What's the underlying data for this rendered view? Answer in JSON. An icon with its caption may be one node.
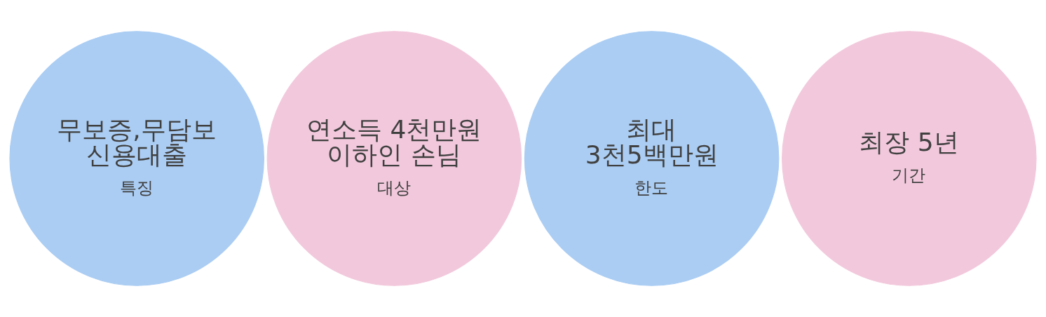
{
  "diagram": {
    "nodes": [
      {
        "text": [
          "무보증,무담보 신용대출",
          "특징"
        ]
      },
      {
        "text": [
          "연소득 4천만원 이하인 손님",
          "대상"
        ]
      },
      {
        "text": [
          "최대 3천5백만원",
          "한도"
        ]
      },
      {
        "text": [
          "최장 5년",
          "기간"
        ]
      }
    ],
    "edges": []
  }
}
